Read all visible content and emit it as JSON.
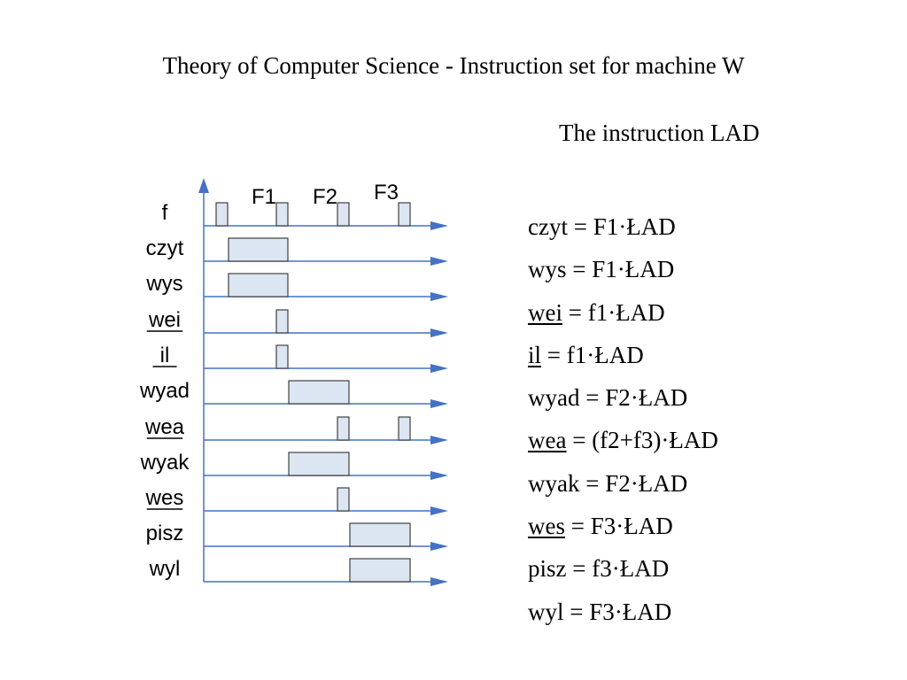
{
  "title": "Theory of Computer Science  - Instruction set for machine W",
  "subtitle": "The instruction LAD",
  "colors": {
    "axis": "#4472c4",
    "pulse_fill": "#dce6f2",
    "pulse_stroke": "#3f3f3f",
    "text": "#000000"
  },
  "diagram": {
    "phase_labels": [
      "F1",
      "F2",
      "F3"
    ],
    "signals": [
      {
        "name": "f",
        "underline": false
      },
      {
        "name": "czyt",
        "underline": false
      },
      {
        "name": "wys",
        "underline": false
      },
      {
        "name": "wei",
        "underline": true
      },
      {
        "name": "il",
        "underline": true
      },
      {
        "name": "wyad",
        "underline": false
      },
      {
        "name": "wea",
        "underline": true
      },
      {
        "name": "wyak",
        "underline": false
      },
      {
        "name": "wes",
        "underline": true
      },
      {
        "name": "pisz",
        "underline": false
      },
      {
        "name": "wyl",
        "underline": false
      }
    ]
  },
  "equations": [
    {
      "name": "czyt",
      "underline": false,
      "expr": " = F1·ŁAD"
    },
    {
      "name": "wys",
      "underline": false,
      "expr": " = F1·ŁAD"
    },
    {
      "name": "wei",
      "underline": true,
      "expr": " = f1·ŁAD"
    },
    {
      "name": "il",
      "underline": true,
      "expr": " = f1·ŁAD"
    },
    {
      "name": "wyad",
      "underline": false,
      "expr": " = F2·ŁAD"
    },
    {
      "name": "wea",
      "underline": true,
      "expr": " = (f2+f3)·ŁAD"
    },
    {
      "name": "wyak",
      "underline": false,
      "expr": " = F2·ŁAD"
    },
    {
      "name": "wes",
      "underline": true,
      "expr": " = F3·ŁAD"
    },
    {
      "name": "pisz",
      "underline": false,
      "expr": " = f3·ŁAD"
    },
    {
      "name": "wyl",
      "underline": false,
      "expr": " = F3·ŁAD"
    }
  ]
}
